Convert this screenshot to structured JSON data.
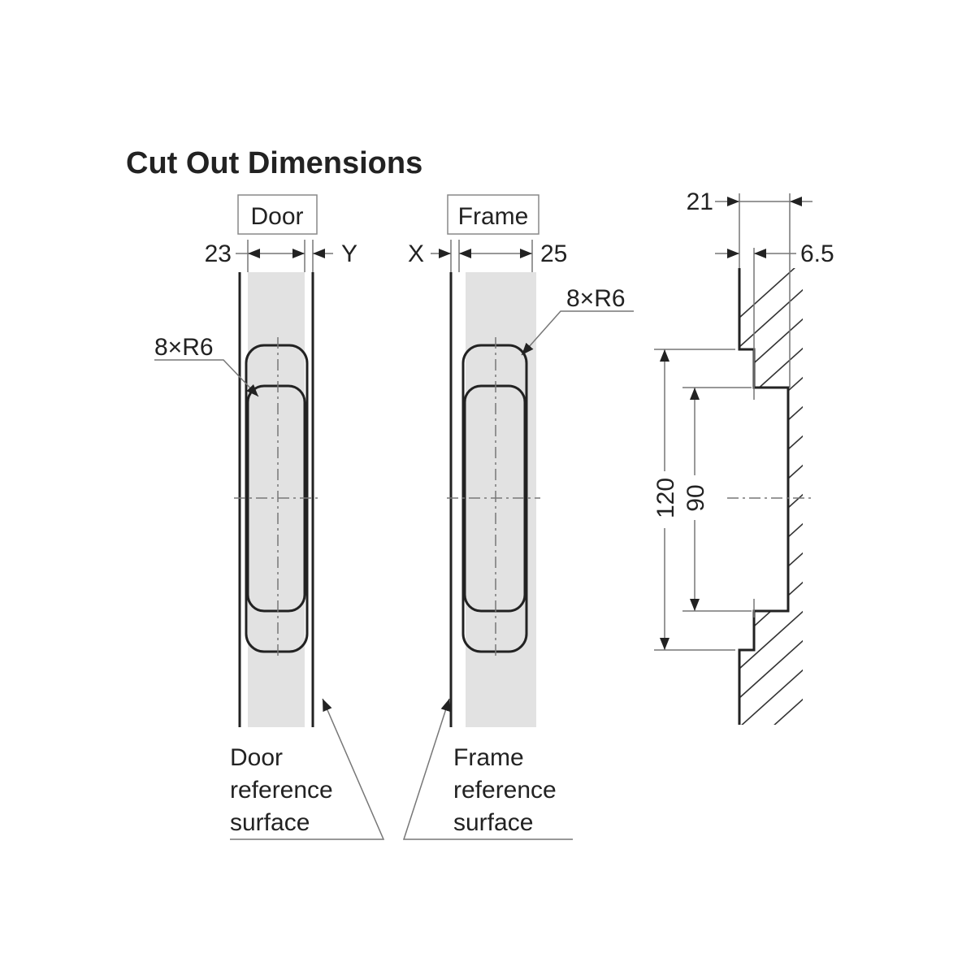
{
  "title": "Cut Out Dimensions",
  "door": {
    "label": "Door",
    "dim_width": "23",
    "dim_offset": "Y",
    "radius_note": "8×R6",
    "reference_lines": [
      "Door",
      "reference",
      "surface"
    ]
  },
  "frame": {
    "label": "Frame",
    "dim_offset": "X",
    "dim_width": "25",
    "radius_note": "8×R6",
    "reference_lines": [
      "Frame",
      "reference",
      "surface"
    ]
  },
  "section": {
    "depth_total": "21",
    "depth_step": "6.5",
    "height_outer": "120",
    "height_inner": "90"
  },
  "colors": {
    "cutout_fill": "#e2e2e2",
    "line": "#222222"
  }
}
